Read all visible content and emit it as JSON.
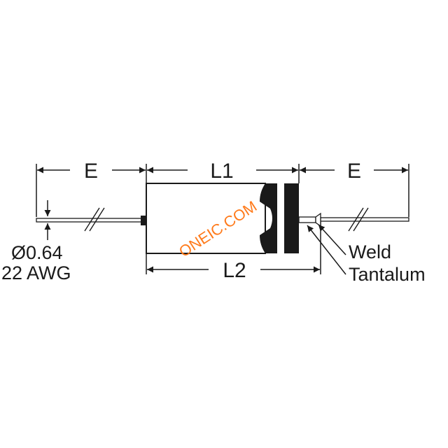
{
  "dimensions": {
    "lead_length_left": "E",
    "body_length": "L1",
    "lead_length_right": "E",
    "case_length": "L2",
    "lead_diameter": "Ø0.64",
    "lead_gauge": "22 AWG"
  },
  "callouts": {
    "weld": "Weld",
    "tantalum": "Tantalum"
  },
  "watermark": "ONEIC.COM",
  "colors": {
    "line": "#1a1a1a",
    "watermark": "#ff7a1a"
  }
}
